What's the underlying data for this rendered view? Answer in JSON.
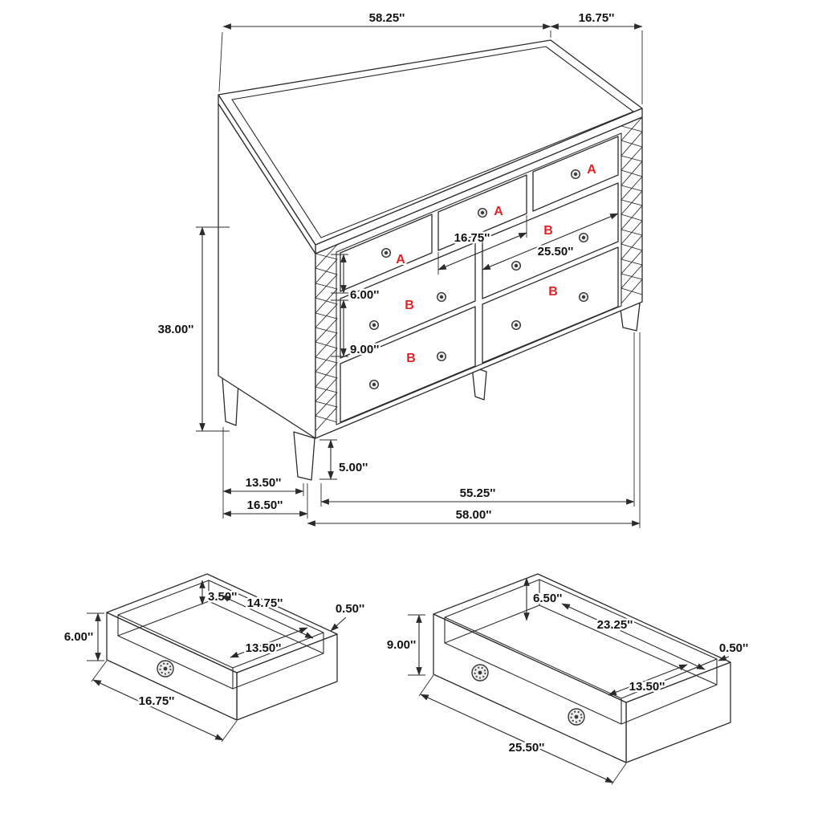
{
  "colors": {
    "label_accent": "#e32126",
    "line": "#2b2b2b"
  },
  "main_view": {
    "drawer_labels": [
      "A",
      "A",
      "A",
      "B",
      "B",
      "B",
      "B"
    ],
    "dims": {
      "top_width": "58.25''",
      "top_depth": "16.75''",
      "overall_height": "38.00''",
      "small_drawer_width": "16.75''",
      "large_drawer_width": "25.50''",
      "small_drawer_height": "6.00''",
      "large_drawer_height": "9.00''",
      "leg_height": "5.00''",
      "leg_depth": "13.50''",
      "base_depth": "16.50''",
      "front_width": "55.25''",
      "base_width": "58.00''"
    }
  },
  "small_drawer_view": {
    "dims": {
      "inner_depth": "3.50''",
      "inner_width": "14.75''",
      "wall_thickness": "0.50''",
      "front_height": "6.00''",
      "inner_length": "13.50''",
      "outer_width": "16.75''"
    }
  },
  "large_drawer_view": {
    "dims": {
      "inner_depth": "6.50''",
      "inner_width": "23.25''",
      "wall_thickness": "0.50''",
      "front_height": "9.00''",
      "inner_length": "13.50''",
      "outer_width": "25.50''"
    }
  }
}
